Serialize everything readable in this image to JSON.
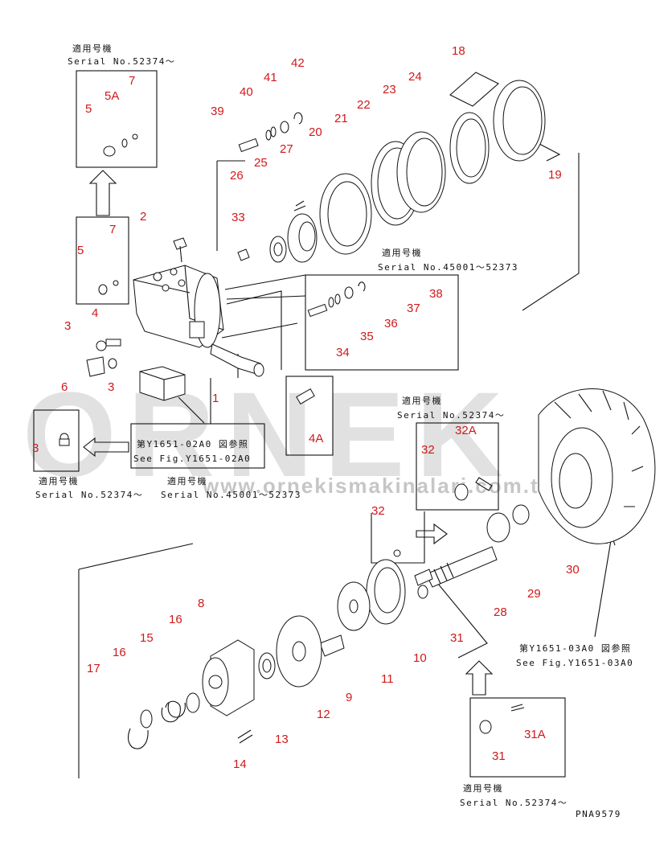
{
  "watermark": {
    "brand": "ORNEK",
    "url": "www.ornekismakinalari.com.tr"
  },
  "captions": {
    "apply_jp": "適用号機",
    "serial_52374": "Serial No.52374～",
    "serial_45001_52373": "Serial No.45001～52373",
    "see_fig_02_jp": "第Y1651-02A0 図参照",
    "see_fig_02_en": "See Fig.Y1651-02A0",
    "see_fig_03_jp": "第Y1651-03A0 図参照",
    "see_fig_03_en": "See Fig.Y1651-03A0",
    "drawing_no": "PNA9579"
  },
  "part_numbers": [
    "1",
    "2",
    "3",
    "3",
    "3",
    "4",
    "4A",
    "5",
    "5",
    "5A",
    "6",
    "7",
    "7",
    "8",
    "9",
    "10",
    "11",
    "12",
    "13",
    "14",
    "15",
    "16",
    "16",
    "17",
    "18",
    "19",
    "20",
    "21",
    "22",
    "23",
    "24",
    "25",
    "26",
    "27",
    "28",
    "29",
    "30",
    "31",
    "31",
    "31A",
    "32",
    "32",
    "32A",
    "33",
    "34",
    "35",
    "36",
    "37",
    "38",
    "39",
    "40",
    "41",
    "42"
  ]
}
